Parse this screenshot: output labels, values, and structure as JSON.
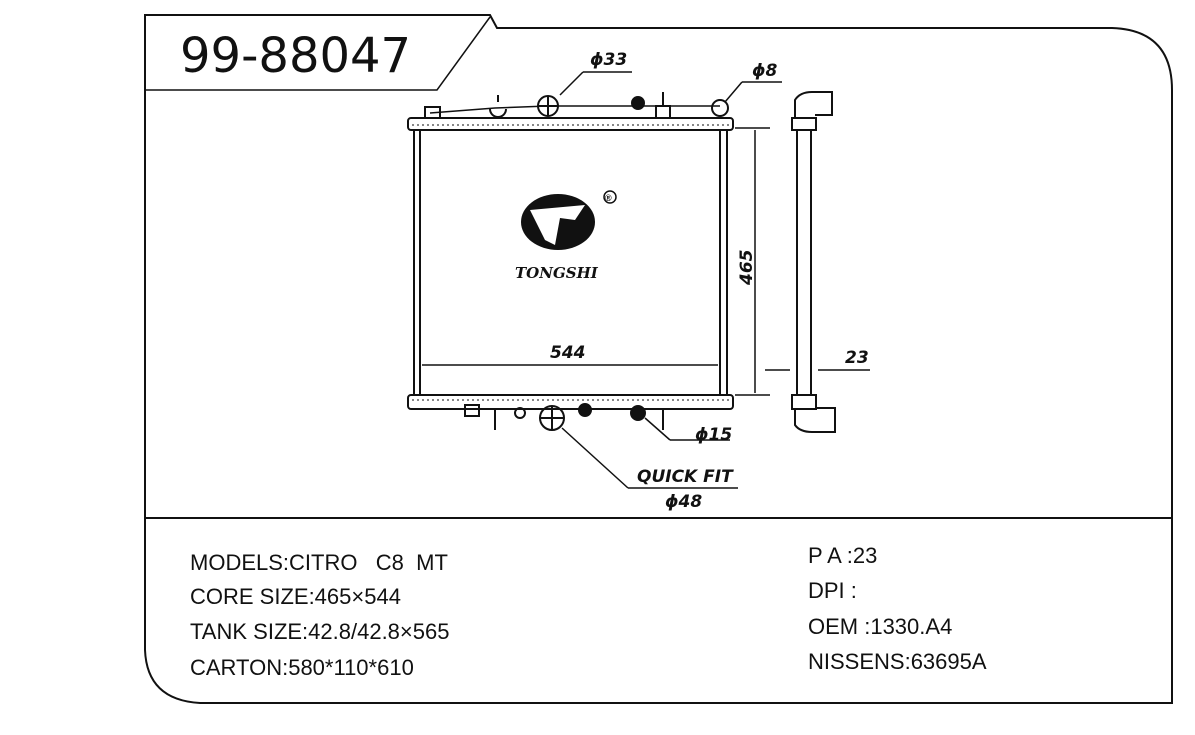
{
  "part_number": "99-88047",
  "brand": {
    "name": "TONGSHI",
    "registered_mark": "®"
  },
  "dimensions": {
    "inlet_top": "ϕ33",
    "vent": "ϕ8",
    "height": "465",
    "width": "544",
    "thickness": "23",
    "drain": "ϕ15",
    "outlet_label": "QUICK FIT",
    "outlet": "ϕ48"
  },
  "specs_left": [
    "MODELS:CITRO   C8  MT",
    "CORE SIZE:465×544",
    "TANK SIZE:42.8/42.8×565",
    "CARTON:580*110*610"
  ],
  "specs_right": [
    "P A :23",
    "DPI :",
    "OEM :1330.A4",
    "NISSENS:63695A"
  ]
}
